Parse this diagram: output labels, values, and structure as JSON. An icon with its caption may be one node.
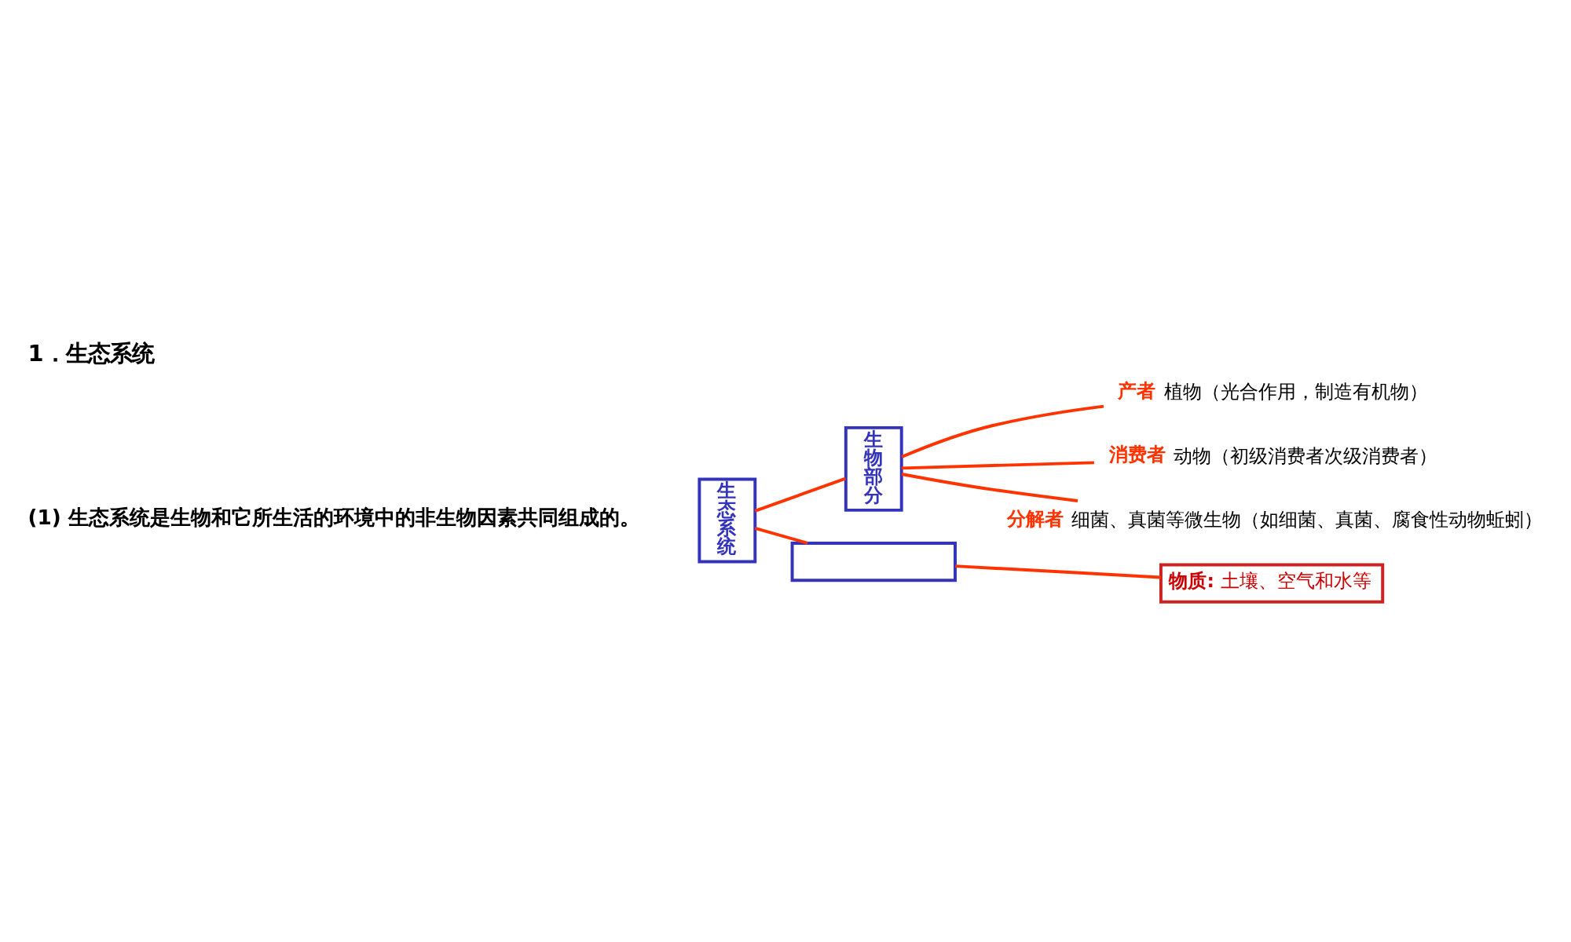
{
  "diagram": {
    "title": "1．生态系统",
    "nodes": [
      {
        "text": [
          "生态系统"
        ]
      },
      {
        "text": [
          "生物部分"
        ]
      },
      {
        "text": [
          "产者"
        ],
        "beside": [
          "植物（光合作用，制造有机物）"
        ]
      },
      {
        "text": [
          "消费者"
        ],
        "beside": [
          "动物（初级消费者次级消费者）"
        ]
      },
      {
        "text": [
          "分解者"
        ],
        "beside": [
          "细菌、真菌等微生物（如细菌、真菌、腐食性动物蚯蚓）"
        ]
      },
      {
        "text": [],
        "shape": "box"
      },
      {
        "text": [
          "物质:",
          "土壤、空气和水等"
        ]
      }
    ],
    "edges": [
      {
        "from": 0,
        "to": 1,
        "arrow": "none"
      },
      {
        "from": 0,
        "to": 5,
        "arrow": "none"
      },
      {
        "from": 1,
        "to": 2,
        "arrow": "none"
      },
      {
        "from": 1,
        "to": 3,
        "arrow": "none"
      },
      {
        "from": 1,
        "to": 4,
        "arrow": "none"
      },
      {
        "from": 5,
        "to": 6,
        "arrow": "none"
      }
    ],
    "labels": [
      "(1) 生态系统是生物和它所生活的环境中的非生物因素共同组成的。"
    ]
  }
}
